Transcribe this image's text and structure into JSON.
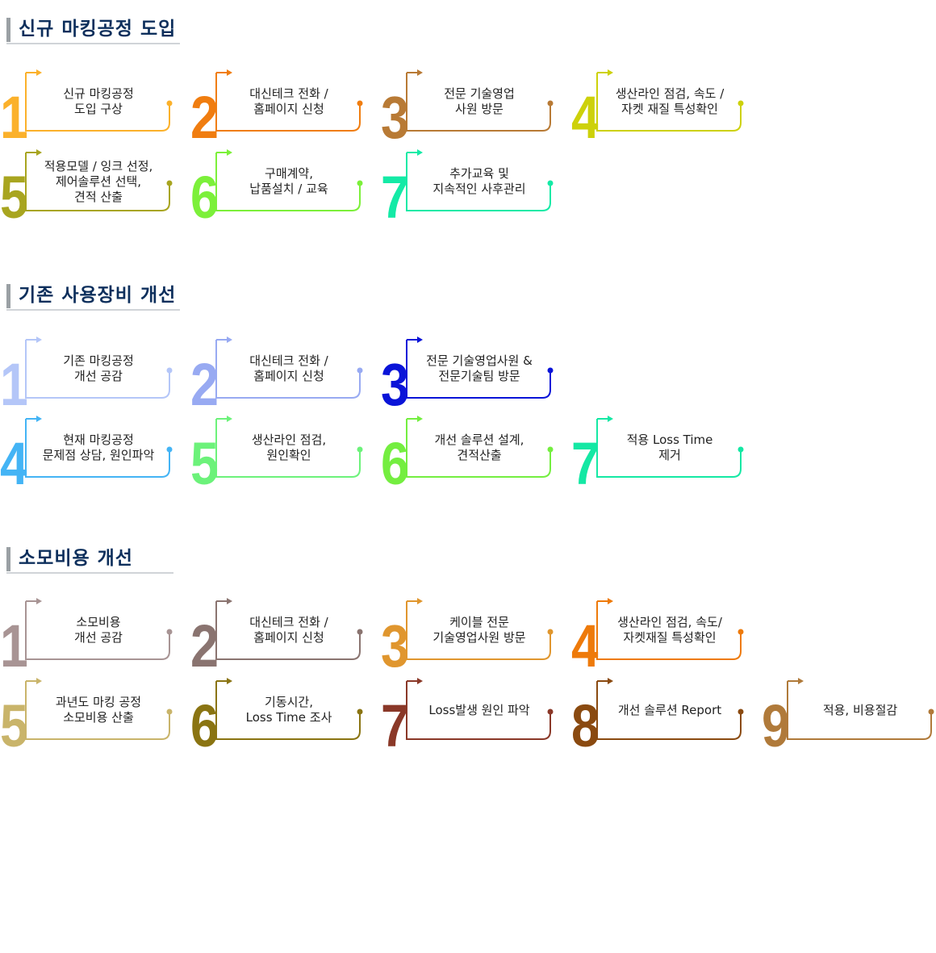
{
  "sections": [
    {
      "title": "신규 마킹공정 도입",
      "steps": [
        {
          "num": "1",
          "lines": [
            "신규 마킹공정",
            "도입 구상"
          ],
          "color": "#fbb12b"
        },
        {
          "num": "2",
          "lines": [
            "대신테크 전화 /",
            "홈페이지 신청"
          ],
          "color": "#f07d10"
        },
        {
          "num": "3",
          "lines": [
            "전문 기술영업",
            "사원 방문"
          ],
          "color": "#b87a35"
        },
        {
          "num": "4",
          "lines": [
            "생산라인 점검, 속도 /",
            "자켓 재질 특성확인"
          ],
          "color": "#cdd10a"
        },
        {
          "num": "5",
          "lines": [
            "적용모델 / 잉크 선정,",
            "제어솔루션 선택,",
            "견적 산출"
          ],
          "color": "#a8a520"
        },
        {
          "num": "6",
          "lines": [
            "구매계약,",
            "납품설치 / 교육"
          ],
          "color": "#7cf03a"
        },
        {
          "num": "7",
          "lines": [
            "추가교육 및",
            "지속적인 사후관리"
          ],
          "color": "#14eaa6"
        }
      ]
    },
    {
      "title": "기존 사용장비 개선",
      "steps": [
        {
          "num": "1",
          "lines": [
            "기존 마킹공정",
            "개선 공감"
          ],
          "color": "#b4c6f8"
        },
        {
          "num": "2",
          "lines": [
            "대신테크 전화 /",
            "홈페이지 신청"
          ],
          "color": "#98aaf2"
        },
        {
          "num": "3",
          "lines": [
            "전문 기술영업사원 &",
            "전문기술팀 방문"
          ],
          "color": "#0a14d8"
        },
        {
          "num": "4",
          "lines": [
            "현재 마킹공정",
            "문제점 상담, 원인파악"
          ],
          "color": "#44b4f5"
        },
        {
          "num": "5",
          "lines": [
            "생산라인 점검,",
            "원인확인"
          ],
          "color": "#6cf27a"
        },
        {
          "num": "6",
          "lines": [
            "개선 솔루션 설계,",
            "견적산출"
          ],
          "color": "#74ee40"
        },
        {
          "num": "7",
          "lines": [
            "적용 Loss Time",
            "제거"
          ],
          "color": "#14e8a4"
        }
      ]
    },
    {
      "title": "소모비용 개선",
      "steps": [
        {
          "num": "1",
          "lines": [
            "소모비용",
            "개선 공감"
          ],
          "color": "#a89494"
        },
        {
          "num": "2",
          "lines": [
            "대신테크 전화 /",
            "홈페이지 신청"
          ],
          "color": "#8a7470"
        },
        {
          "num": "3",
          "lines": [
            "케이블 전문",
            "기술영업사원 방문"
          ],
          "color": "#e0962e"
        },
        {
          "num": "4",
          "lines": [
            "생산라인 점검, 속도/",
            "자켓재질 특성확인"
          ],
          "color": "#ee7a0a"
        },
        {
          "num": "5",
          "lines": [
            "과년도 마킹 공정",
            "소모비용 산출"
          ],
          "color": "#c9b46a"
        },
        {
          "num": "6",
          "lines": [
            "기동시간,",
            "Loss Time 조사"
          ],
          "color": "#8a7412"
        },
        {
          "num": "7",
          "lines": [
            "Loss발생 원인 파악"
          ],
          "color": "#8a3828"
        },
        {
          "num": "8",
          "lines": [
            "개선 솔루션 Report"
          ],
          "color": "#8a4a10"
        },
        {
          "num": "9",
          "lines": [
            "적용, 비용절감"
          ],
          "color": "#b07a3a"
        }
      ]
    }
  ]
}
